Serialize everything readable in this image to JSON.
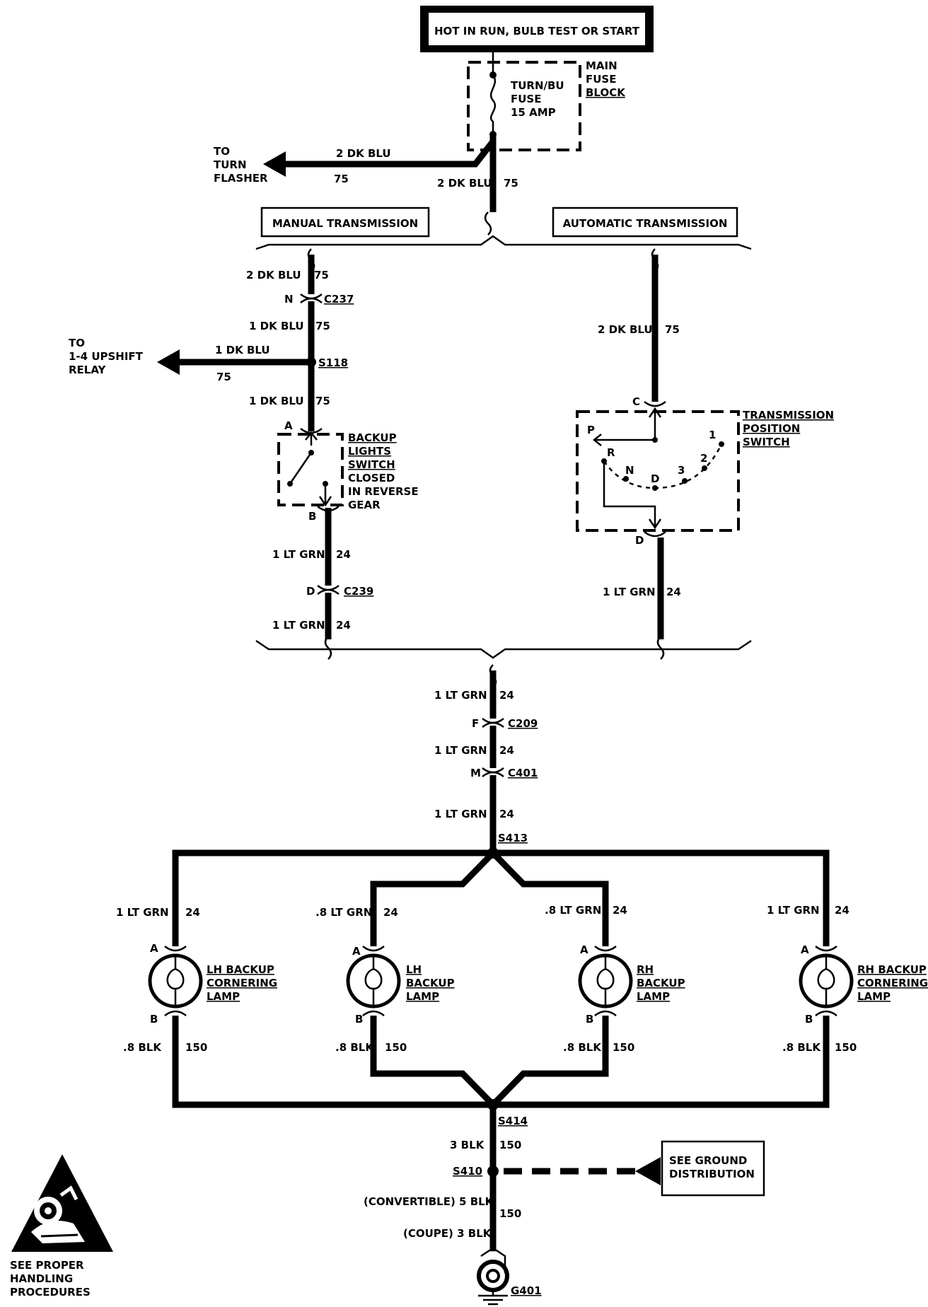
{
  "header": {
    "power_label": "HOT IN RUN, BULB TEST OR START"
  },
  "fuse_block": {
    "name_lines": [
      "MAIN",
      "FUSE",
      "BLOCK"
    ],
    "fuse_lines": [
      "TURN/BU",
      "FUSE",
      "15 AMP"
    ]
  },
  "turn_flasher": {
    "label_lines": [
      "TO",
      "TURN",
      "FLASHER"
    ],
    "wire": "2 DK BLU",
    "circuit": "75"
  },
  "feed": {
    "wire": "2 DK BLU",
    "circuit": "75"
  },
  "sections": {
    "manual": "MANUAL TRANSMISSION",
    "automatic": "AUTOMATIC TRANSMISSION"
  },
  "manual": {
    "w1": {
      "wire": "2 DK BLU",
      "circuit": "75"
    },
    "c237": {
      "pin": "N",
      "name": "C237"
    },
    "w2": {
      "wire": "1 DK BLU",
      "circuit": "75"
    },
    "splice": "S118",
    "upshift": {
      "label_lines": [
        "TO",
        "1-4 UPSHIFT",
        "RELAY"
      ],
      "wire": "1 DK BLU",
      "circuit": "75"
    },
    "w3": {
      "wire": "1 DK BLU",
      "circuit": "75"
    },
    "switch": {
      "pin_a": "A",
      "pin_b": "B",
      "label_lines": [
        "BACKUP",
        "LIGHTS",
        "SWITCH",
        "CLOSED",
        "IN REVERSE",
        "GEAR"
      ]
    },
    "w4": {
      "wire": "1 LT GRN",
      "circuit": "24"
    },
    "c239": {
      "pin": "D",
      "name": "C239"
    },
    "w5": {
      "wire": "1 LT GRN",
      "circuit": "24"
    }
  },
  "automatic": {
    "w1": {
      "wire": "2 DK BLU",
      "circuit": "75"
    },
    "switch": {
      "pin_c": "C",
      "pin_d": "D",
      "label_lines": [
        "TRANSMISSION",
        "POSITION",
        "SWITCH"
      ],
      "positions": [
        "P",
        "R",
        "N",
        "D",
        "3",
        "2",
        "1"
      ]
    },
    "w2": {
      "wire": "1 LT GRN",
      "circuit": "24"
    }
  },
  "lower": {
    "w1": {
      "wire": "1 LT GRN",
      "circuit": "24"
    },
    "c209": {
      "pin": "F",
      "name": "C209"
    },
    "w2": {
      "wire": "1 LT GRN",
      "circuit": "24"
    },
    "c401": {
      "pin": "M",
      "name": "C401"
    },
    "w3": {
      "wire": "1 LT GRN",
      "circuit": "24"
    },
    "splice_top": "S413",
    "splice_bottom": "S414"
  },
  "lamps": [
    {
      "name_lines": [
        "LH BACKUP",
        "CORNERING",
        "LAMP"
      ],
      "feed_wire": "1 LT GRN",
      "feed_circuit": "24",
      "ground_wire": ".8 BLK",
      "ground_circuit": "150",
      "pin_a": "A",
      "pin_b": "B"
    },
    {
      "name_lines": [
        "LH",
        "BACKUP",
        "LAMP"
      ],
      "feed_wire": ".8 LT GRN",
      "feed_circuit": "24",
      "ground_wire": ".8 BLK",
      "ground_circuit": "150",
      "pin_a": "A",
      "pin_b": "B"
    },
    {
      "name_lines": [
        "RH",
        "BACKUP",
        "LAMP"
      ],
      "feed_wire": ".8 LT GRN",
      "feed_circuit": "24",
      "ground_wire": ".8 BLK",
      "ground_circuit": "150",
      "pin_a": "A",
      "pin_b": "B"
    },
    {
      "name_lines": [
        "RH BACKUP",
        "CORNERING",
        "LAMP"
      ],
      "feed_wire": "1 LT GRN",
      "feed_circuit": "24",
      "ground_wire": ".8 BLK",
      "ground_circuit": "150",
      "pin_a": "A",
      "pin_b": "B"
    }
  ],
  "ground": {
    "w1": {
      "wire": "3 BLK",
      "circuit": "150"
    },
    "splice": "S410",
    "distribution_lines": [
      "SEE GROUND",
      "DISTRIBUTION"
    ],
    "convertible": "(CONVERTIBLE)  5 BLK",
    "circuit": "150",
    "coupe": "(COUPE)  3 BLK",
    "point": "G401"
  },
  "esd": {
    "lines": [
      "SEE PROPER",
      "HANDLING",
      "PROCEDURES"
    ]
  }
}
